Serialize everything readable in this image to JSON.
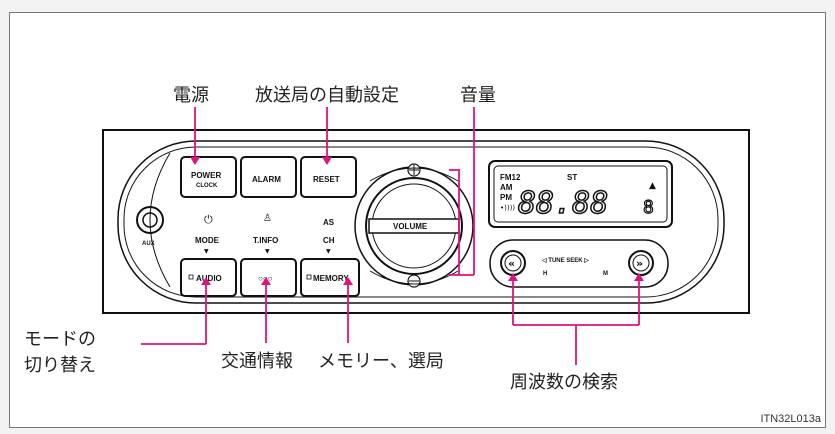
{
  "callouts": {
    "power": "電源",
    "auto_preset": "放送局の自動設定",
    "volume": "音量",
    "mode_line1": "モードの",
    "mode_line2": "切り替え",
    "traffic": "交通情報",
    "memory": "メモリー、選局",
    "search": "周波数の検索"
  },
  "buttons": {
    "power": "POWER",
    "power_sub": "CLOCK",
    "alarm": "ALARM",
    "reset": "RESET",
    "mode": "MODE",
    "tinfo": "T.INFO",
    "as": "AS",
    "ch": "CH",
    "audio": "AUDIO",
    "dots": "○○○",
    "memory": "MEMORY",
    "volume": "VOLUME",
    "aux": "AUX",
    "tune_seek": "◁ TUNE  SEEK ▷",
    "h": "H",
    "m": "M"
  },
  "display": {
    "fm": "FM12",
    "st": "ST",
    "am": "AM",
    "pm": "PM",
    "digits": "88.88",
    "last_digit": "8"
  },
  "figure_code": "ITN32L013a",
  "colors": {
    "callout_line": "#e0127a",
    "panel": "#ffffff",
    "ink": "#111111"
  }
}
